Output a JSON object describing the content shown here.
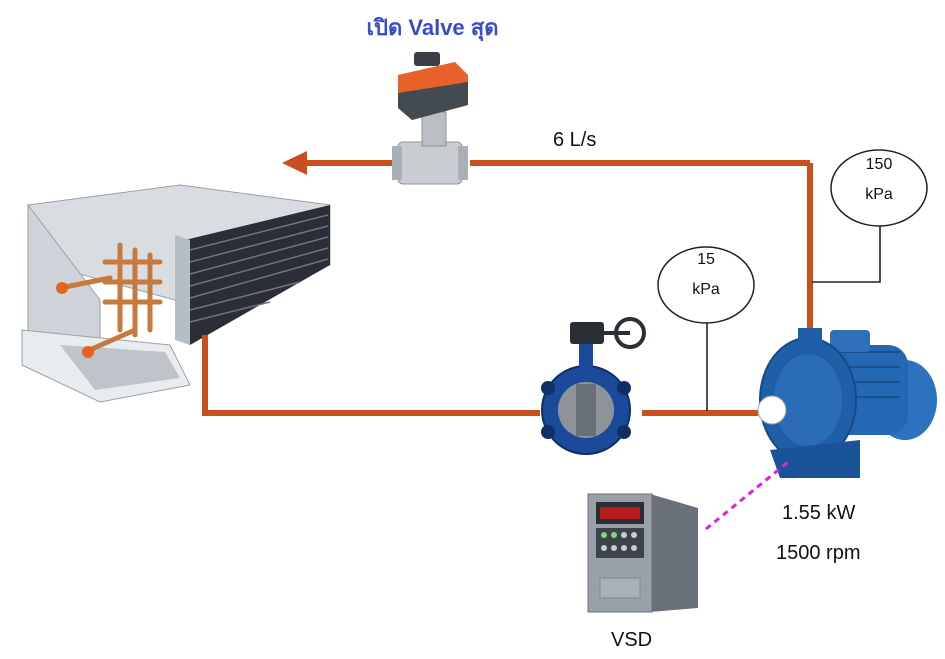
{
  "valve_title": "เปิด Valve สุด",
  "flow_rate": "6 L/s",
  "pressure_high": {
    "value": "150",
    "unit": "kPa"
  },
  "pressure_low": {
    "value": "15",
    "unit": "kPa"
  },
  "pump_power": "1.55 kW",
  "pump_speed": "1500 rpm",
  "vsd_label": "VSD",
  "colors": {
    "pipe": "#c9501c",
    "valve_title": "#3a4ccc",
    "signal_line": "#e020e0",
    "pump_body": "#1f5fa8",
    "actuator": "#e8602a",
    "butterfly_valve": "#1b4a9a"
  },
  "icons": [
    "fan-coil-unit",
    "motorized-valve",
    "butterfly-valve",
    "centrifugal-pump",
    "vsd-drive",
    "pressure-gauge"
  ]
}
